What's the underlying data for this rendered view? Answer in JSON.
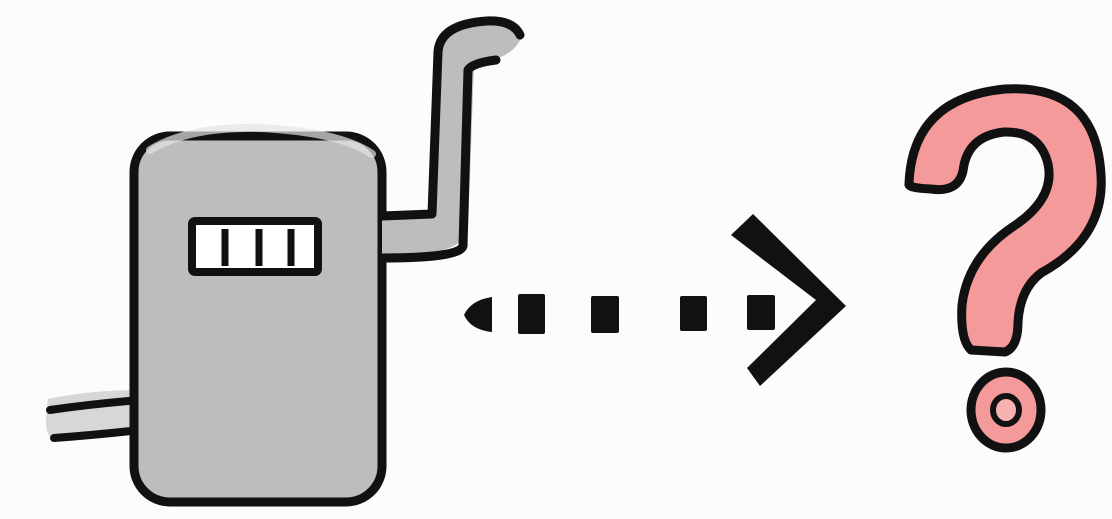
{
  "scene": {
    "items": [
      {
        "id": "tank",
        "name": "water-heater-icon"
      },
      {
        "id": "arrow",
        "name": "dotted-arrow-icon"
      },
      {
        "id": "question",
        "name": "question-mark-icon"
      }
    ]
  },
  "colors": {
    "background": "#fcfcfc",
    "outline": "#111111",
    "tank_fill": "#bdbdbd",
    "pipe_fill": "#bdbdbd",
    "shadow": "#d7d7d7",
    "question_fill": "#f59a9a"
  }
}
